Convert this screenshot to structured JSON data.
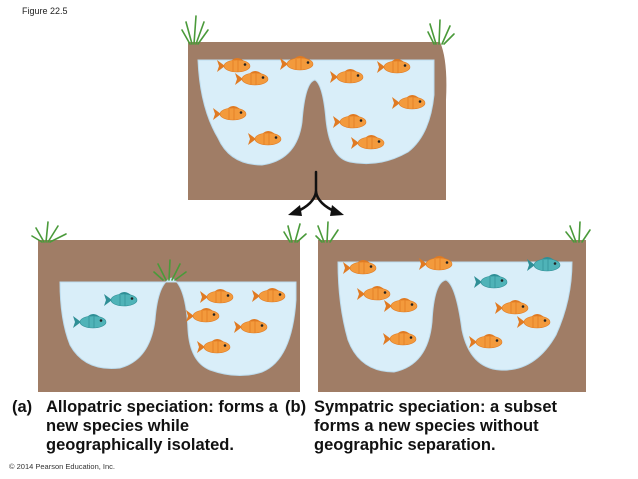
{
  "figure_label": "Figure 22.5",
  "captions": {
    "a": {
      "letter": "(a)",
      "text": "Allopatric speciation: forms a new species while geographically isolated."
    },
    "b": {
      "letter": "(b)",
      "text": "Sympatric speciation: a subset forms a new species without geographic separation."
    }
  },
  "copyright": "© 2014 Pearson Education, Inc.",
  "colors": {
    "earth": "#a07d66",
    "earth_dark": "#8a6a55",
    "water": "#d9eef9",
    "water_edge": "#bcdcee",
    "grass": "#4a9a3a",
    "orange_fish": "#f39a3c",
    "teal_fish": "#4fb3b8"
  },
  "fish": {
    "top": [
      {
        "color": "orange",
        "dir": "right"
      },
      {
        "color": "orange",
        "dir": "right"
      },
      {
        "color": "orange",
        "dir": "right"
      },
      {
        "color": "orange",
        "dir": "right"
      },
      {
        "color": "orange",
        "dir": "right"
      },
      {
        "color": "orange",
        "dir": "right"
      },
      {
        "color": "orange",
        "dir": "right"
      },
      {
        "color": "orange",
        "dir": "right"
      },
      {
        "color": "orange",
        "dir": "right"
      },
      {
        "color": "orange",
        "dir": "right"
      }
    ],
    "allopatric": [
      {
        "color": "teal",
        "dir": "right"
      },
      {
        "color": "teal",
        "dir": "right"
      },
      {
        "color": "orange",
        "dir": "right"
      },
      {
        "color": "orange",
        "dir": "right"
      },
      {
        "color": "orange",
        "dir": "right"
      },
      {
        "color": "orange",
        "dir": "right"
      },
      {
        "color": "orange",
        "dir": "right"
      }
    ],
    "sympatric": [
      {
        "color": "orange",
        "dir": "right"
      },
      {
        "color": "orange",
        "dir": "right"
      },
      {
        "color": "orange",
        "dir": "right"
      },
      {
        "color": "teal",
        "dir": "right"
      },
      {
        "color": "teal",
        "dir": "right"
      },
      {
        "color": "orange",
        "dir": "right"
      },
      {
        "color": "orange",
        "dir": "right"
      },
      {
        "color": "orange",
        "dir": "right"
      },
      {
        "color": "orange",
        "dir": "right"
      },
      {
        "color": "orange",
        "dir": "right"
      }
    ]
  }
}
